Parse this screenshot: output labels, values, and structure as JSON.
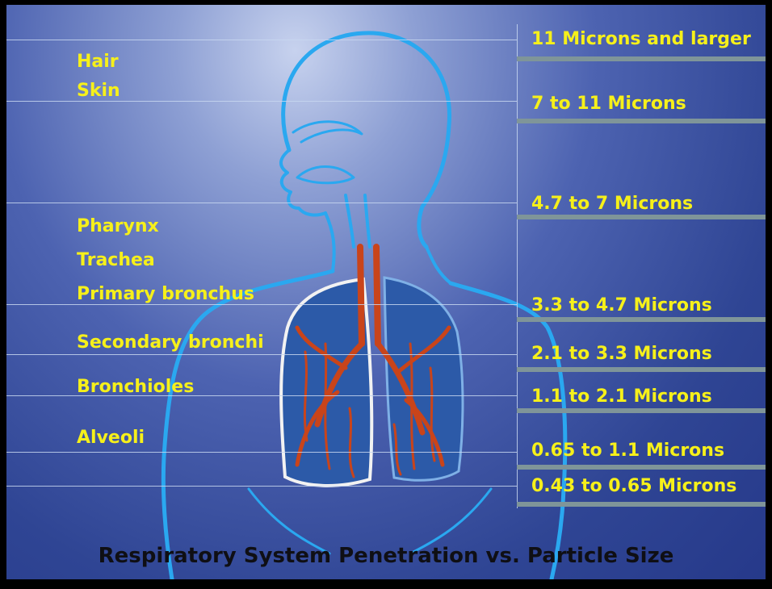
{
  "regions": [
    "Hair",
    "Skin",
    "Pharynx",
    "Trachea",
    "Primary bronchus",
    "Secondary bronchi",
    "Bronchioles",
    "Alveoli"
  ],
  "particle_sizes": [
    "11 Microns and larger",
    "7 to 11 Microns",
    "4.7 to 7 Microns",
    "3.3 to 4.7 Microns",
    "2.1 to 3.3 Microns",
    "1.1 to 2.1 Microns",
    "0.65 to 1.1 Microns",
    "0.43 to 0.65 Microns"
  ],
  "title": "Respiratory System Penetration vs. Particle Size",
  "colors": {
    "label": "#f6f01a",
    "title": "#0f0f14",
    "outline": "#2aa8f0",
    "airway": "#c9441a",
    "lung_edge": "#f2f2f2"
  }
}
